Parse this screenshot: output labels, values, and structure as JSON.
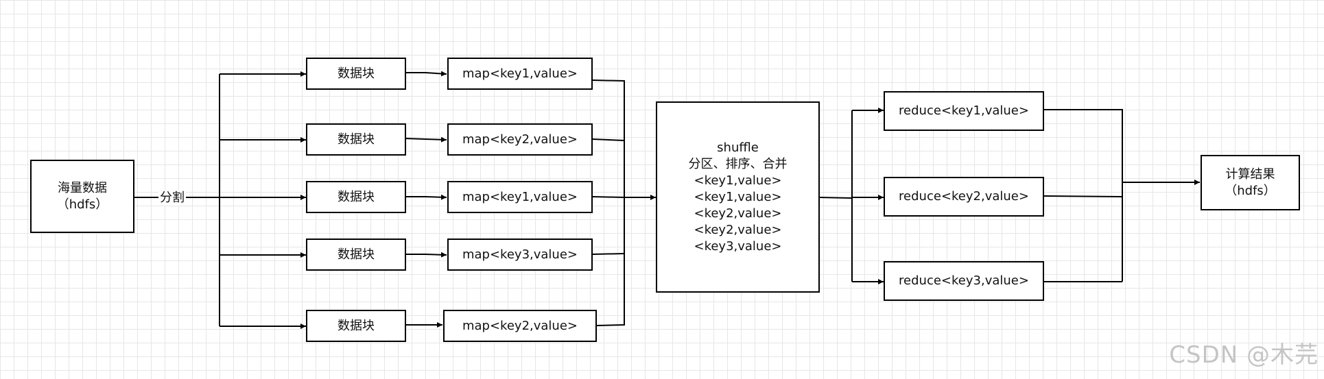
{
  "colors": {
    "stroke": "#000000",
    "grid": "#e6e6e6",
    "watermark": "#c4c4c4"
  },
  "source": {
    "line1": "海量数据",
    "line2": "（hdfs）"
  },
  "split_label": "分割",
  "blocks": [
    "数据块",
    "数据块",
    "数据块",
    "数据块",
    "数据块"
  ],
  "maps": [
    "map<key1,value>",
    "map<key2,value>",
    "map<key1,value>",
    "map<key3,value>",
    "map<key2,value>"
  ],
  "shuffle": {
    "title": "shuffle",
    "subtitle": "分区、排序、合并",
    "pairs": [
      "<key1,value>",
      "<key1,value>",
      "<key2,value>",
      "<key2,value>",
      "<key3,value>"
    ]
  },
  "reduces": [
    "reduce<key1,value>",
    "reduce<key2,value>",
    "reduce<key3,value>"
  ],
  "result": {
    "line1": "计算结果",
    "line2": "（hdfs）"
  },
  "watermark": "CSDN @木芫"
}
